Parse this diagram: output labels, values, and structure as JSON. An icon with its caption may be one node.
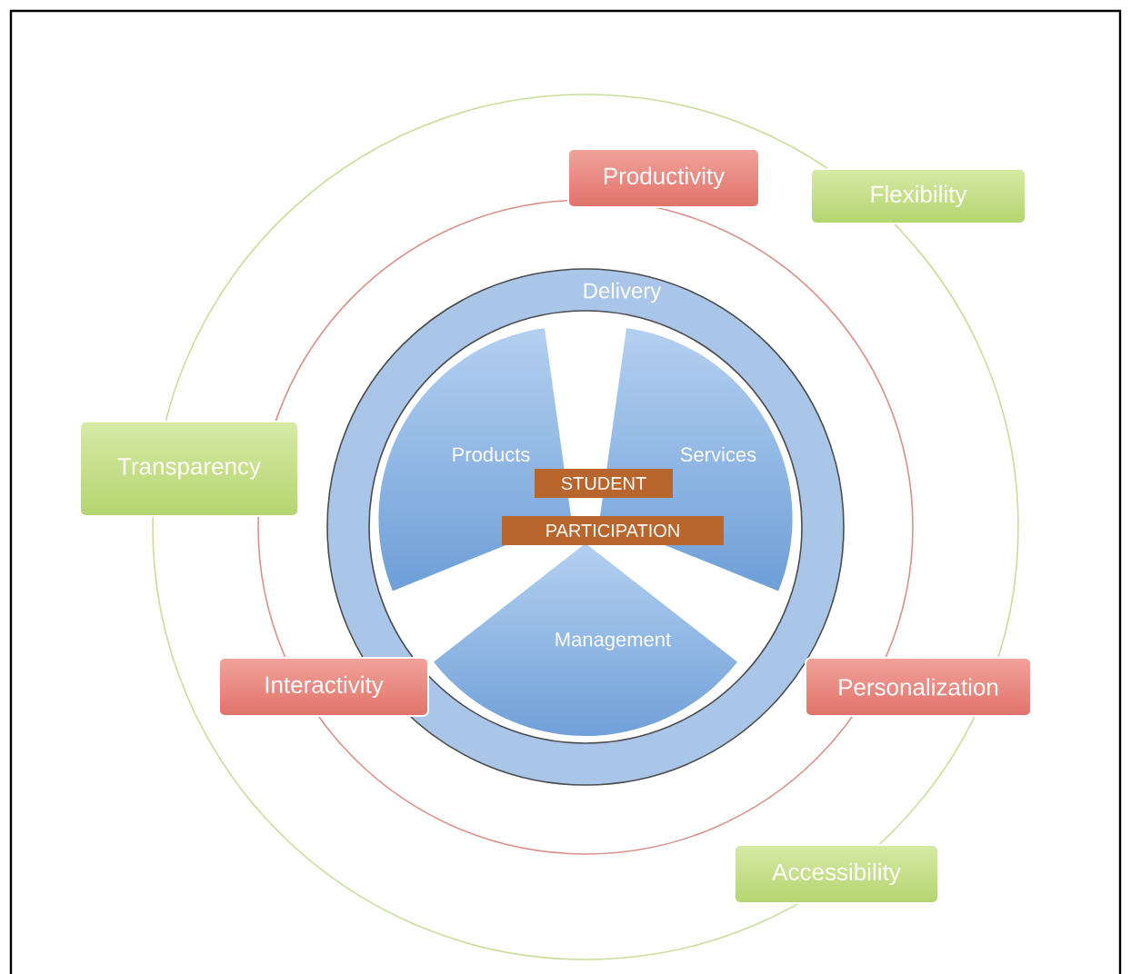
{
  "diagram": {
    "nodes": [
      {
        "text": [
          "Delivery"
        ]
      },
      {
        "text": [
          "Products"
        ],
        "in": 0
      },
      {
        "text": [
          "Services"
        ],
        "in": 0
      },
      {
        "text": [
          "Management"
        ],
        "in": 0
      },
      {
        "text": [
          "STUDENT"
        ],
        "in": 0
      },
      {
        "text": [
          "PARTICIPATION"
        ],
        "in": 0
      },
      {
        "text": [
          "Productivity"
        ]
      },
      {
        "text": [
          "Flexibility"
        ]
      },
      {
        "text": [
          "Transparency"
        ]
      },
      {
        "text": [
          "Interactivity"
        ]
      },
      {
        "text": [
          "Personalization"
        ]
      },
      {
        "text": [
          "Accessibility"
        ]
      }
    ]
  }
}
